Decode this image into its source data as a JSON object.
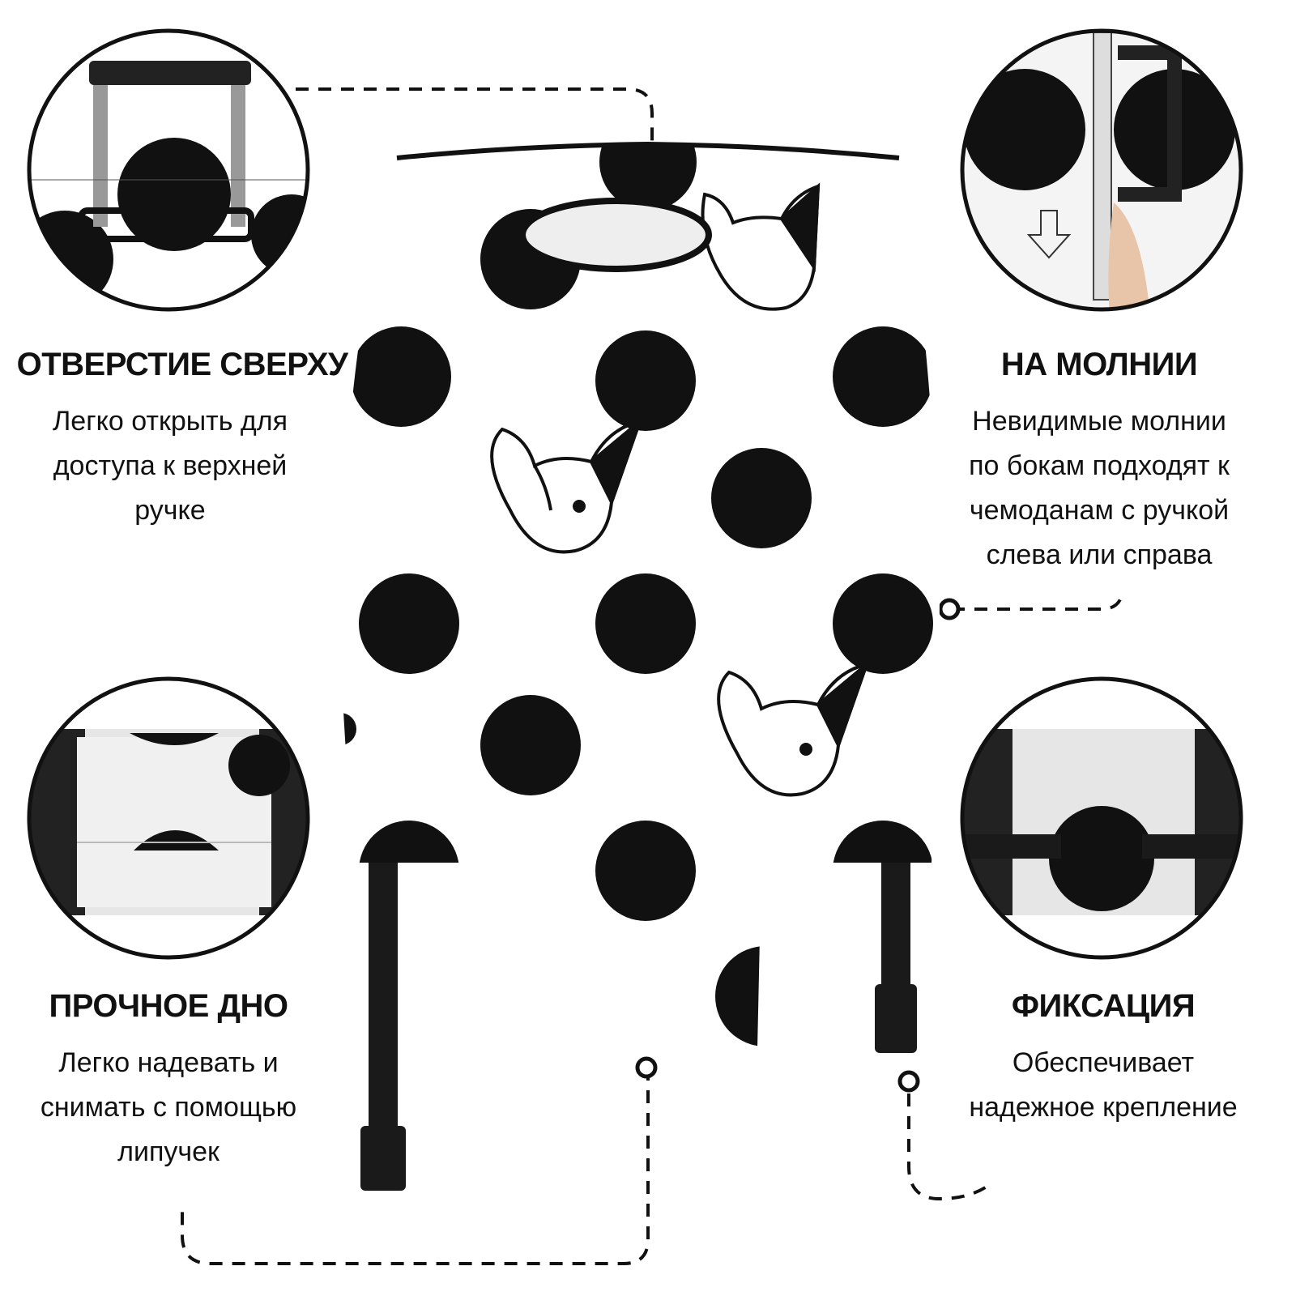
{
  "features": [
    {
      "title": "ОТВЕРСТИЕ СВЕРХУ",
      "lines": [
        "Легко открыть для",
        "доступа к верхней",
        "ручке"
      ]
    },
    {
      "title": "НА МОЛНИИ",
      "lines": [
        "Невидимые молнии",
        "по бокам подходят к",
        "чемоданам с ручкой",
        "слева или справа"
      ]
    },
    {
      "title": "ПРОЧНОЕ ДНО",
      "lines": [
        "Легко надевать и",
        "снимать с помощью",
        "липучек"
      ]
    },
    {
      "title": "ФИКСАЦИЯ",
      "lines": [
        "Обеспечивает",
        "надежное крепление"
      ]
    }
  ],
  "colors": {
    "dots": "#111111",
    "background": "#ffffff",
    "strap": "#1a1a1a"
  }
}
